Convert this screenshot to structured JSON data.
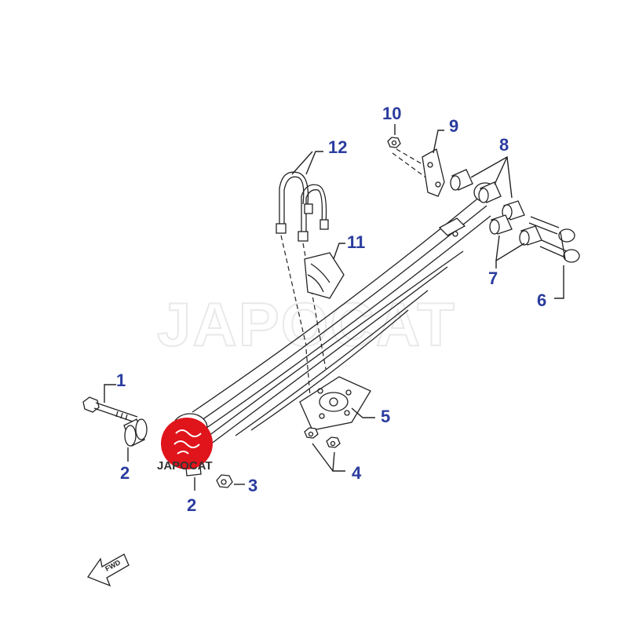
{
  "diagram": {
    "watermark": "JAPOCAT",
    "logo_text": "JAPOCAT",
    "fwd_label": "FWD",
    "callouts": [
      "1",
      "2",
      "2",
      "3",
      "4",
      "5",
      "6",
      "7",
      "8",
      "9",
      "10",
      "11",
      "12"
    ],
    "colors": {
      "callout": "#2b3c9e",
      "logo": "#e0141b",
      "lines": "#222222",
      "watermark": "#e9e9e9"
    },
    "icons": [
      "japocat-logo-icon",
      "fwd-arrow-icon"
    ]
  }
}
